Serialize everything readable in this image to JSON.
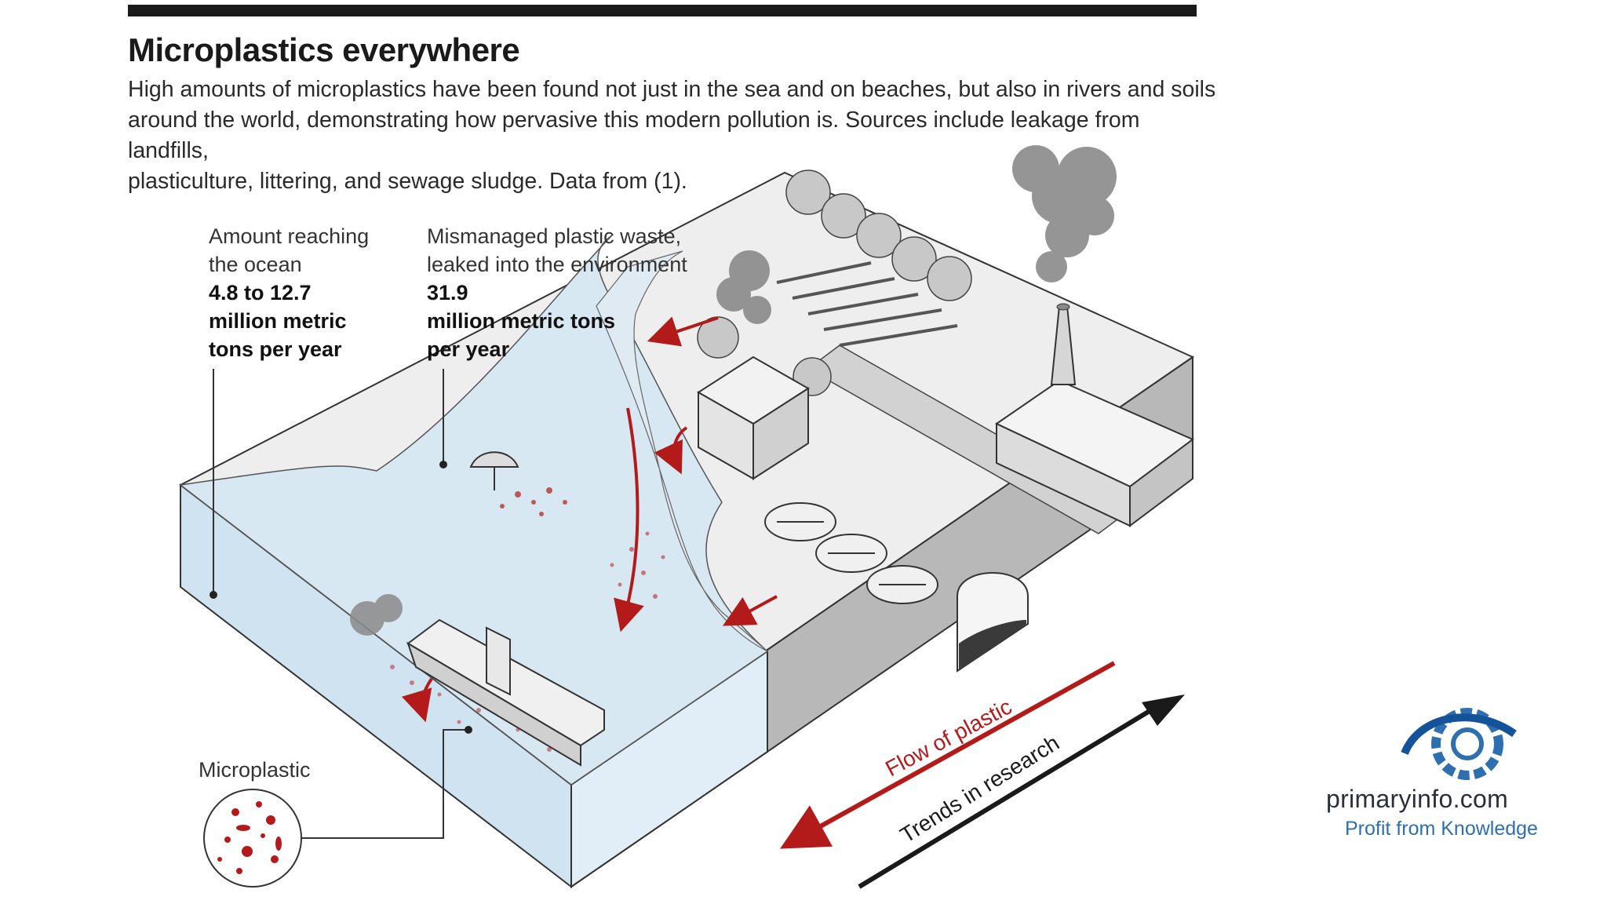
{
  "header": {
    "title": "Microplastics everywhere",
    "subtitle_lines": [
      "High amounts of microplastics have been found not just in the sea and on beaches, but also in rivers and soils",
      "around the world, demonstrating how pervasive this modern pollution is. Sources include leakage from landfills,",
      "plasticulture, littering, and sewage sludge. Data from (1)."
    ]
  },
  "callouts": {
    "ocean": {
      "label_lines": [
        "Amount reaching",
        "the ocean"
      ],
      "value_lines": [
        "4.8 to 12.7",
        "million metric",
        "tons per year"
      ]
    },
    "mismanaged": {
      "label_lines": [
        "Mismanaged plastic waste,",
        "leaked into the environment"
      ],
      "value_lines": [
        "31.9",
        "million metric tons",
        "per year"
      ]
    },
    "microplastic": {
      "label": "Microplastic"
    }
  },
  "arrows": {
    "flow_label": "Flow of plastic",
    "trends_label": "Trends in research"
  },
  "logo": {
    "brand": "primaryinfo.com",
    "tagline": "Profit from Knowledge"
  },
  "colors": {
    "plastic_red": "#b31b1b",
    "water": "#dbe9f3",
    "land": "#eeeeee",
    "dark": "#1a1a1a",
    "brand_blue": "#2e6fb0"
  }
}
